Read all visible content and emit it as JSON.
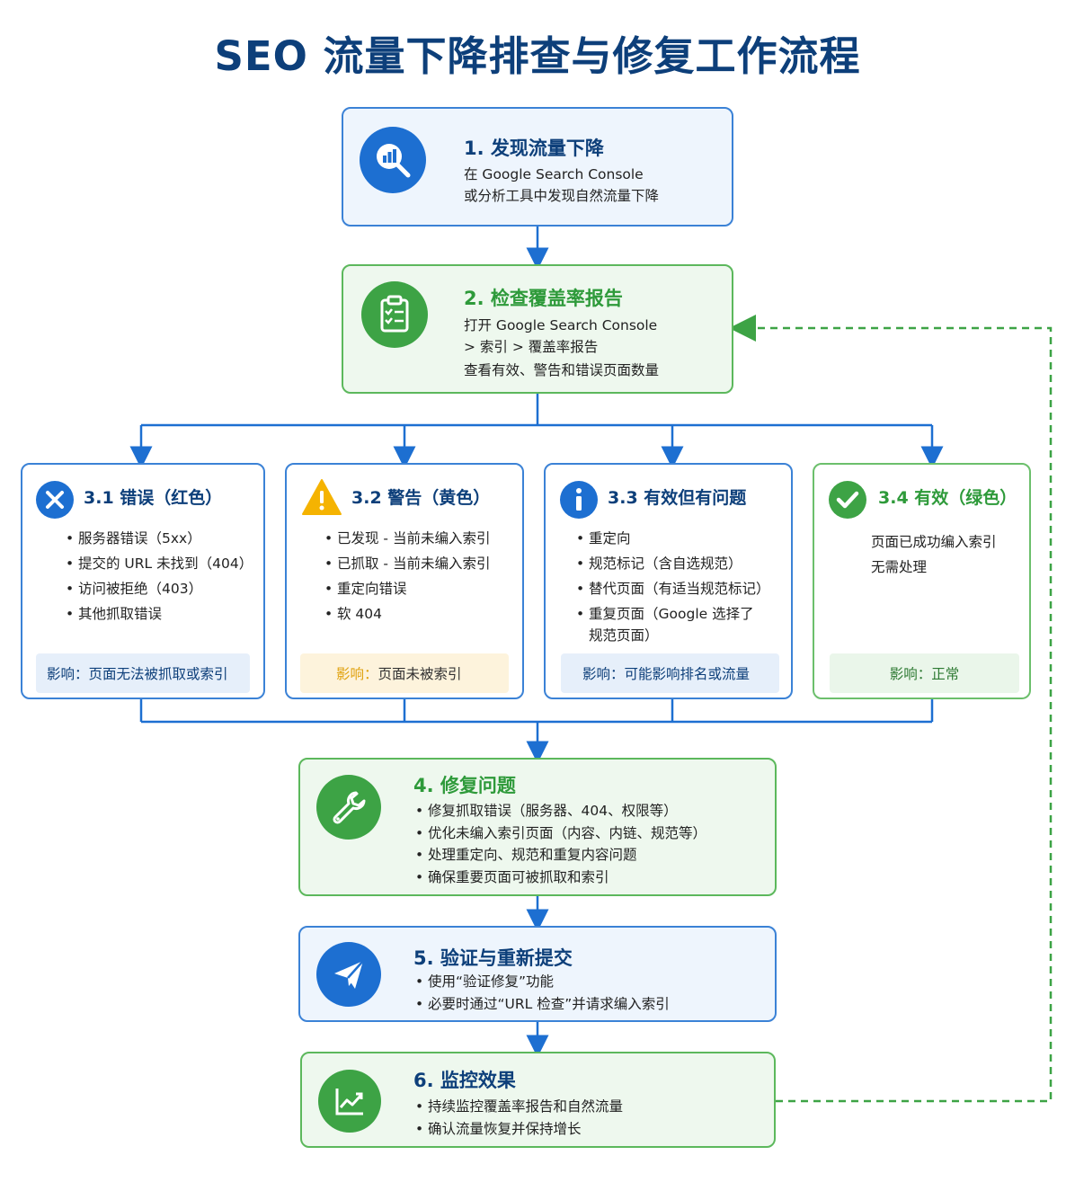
{
  "title": "SEO 流量下降排查与修复工作流程",
  "colors": {
    "primary_blue": "#1d6fd1",
    "title_navy": "#0d3f7a",
    "success_green": "#3da345",
    "error_red": "#1d6fd1",
    "warning_yellow": "#f5b301",
    "loop_dash_green": "#3da345"
  },
  "step1": {
    "icon": "search-analytics-icon",
    "title": "1. 发现流量下降",
    "lines": [
      "在 Google Search Console",
      "或分析工具中发现自然流量下降"
    ]
  },
  "step2": {
    "icon": "clipboard-checklist-icon",
    "title": "2. 检查覆盖率报告",
    "lines": [
      "打开 Google Search Console",
      "> 索引 > 覆盖率报告",
      "查看有效、警告和错误页面数量"
    ]
  },
  "categories": [
    {
      "icon": "x-circle-icon",
      "title": "3.1 错误（红色）",
      "items": [
        "服务器错误（5xx）",
        "提交的 URL 未找到（404）",
        "访问被拒绝（403）",
        "其他抓取错误"
      ],
      "impact_label": "影响：",
      "impact_text": "页面无法被抓取或索引"
    },
    {
      "icon": "warning-triangle-icon",
      "title": "3.2 警告（黄色）",
      "items": [
        "已发现 - 当前未编入索引",
        "已抓取 - 当前未编入索引",
        "重定向错误",
        "软 404"
      ],
      "impact_label": "影响：",
      "impact_text": "页面未被索引"
    },
    {
      "icon": "info-circle-icon",
      "title": "3.3 有效但有问题",
      "items": [
        "重定向",
        "规范标记（含自选规范）",
        "替代页面（有适当规范标记）",
        "重复页面（Google 选择了",
        "规范页面）"
      ],
      "impact_label": "影响：",
      "impact_text": "可能影响排名或流量"
    },
    {
      "icon": "check-circle-icon",
      "title": "3.4 有效（绿色）",
      "lines": [
        "页面已成功编入索引",
        "无需处理"
      ],
      "impact_label": "影响：",
      "impact_text": "正常"
    }
  ],
  "step4": {
    "icon": "wrench-icon",
    "title": "4. 修复问题",
    "items": [
      "修复抓取错误（服务器、404、权限等）",
      "优化未编入索引页面（内容、内链、规范等）",
      "处理重定向、规范和重复内容问题",
      "确保重要页面可被抓取和索引"
    ]
  },
  "step5": {
    "icon": "paper-plane-icon",
    "title": "5. 验证与重新提交",
    "items": [
      "使用“验证修复”功能",
      "必要时通过“URL 检查”并请求编入索引"
    ]
  },
  "step6": {
    "icon": "trend-chart-icon",
    "title": "6. 监控效果",
    "items": [
      "持续监控覆盖率报告和自然流量",
      "确认流量恢复并保持增长"
    ]
  }
}
